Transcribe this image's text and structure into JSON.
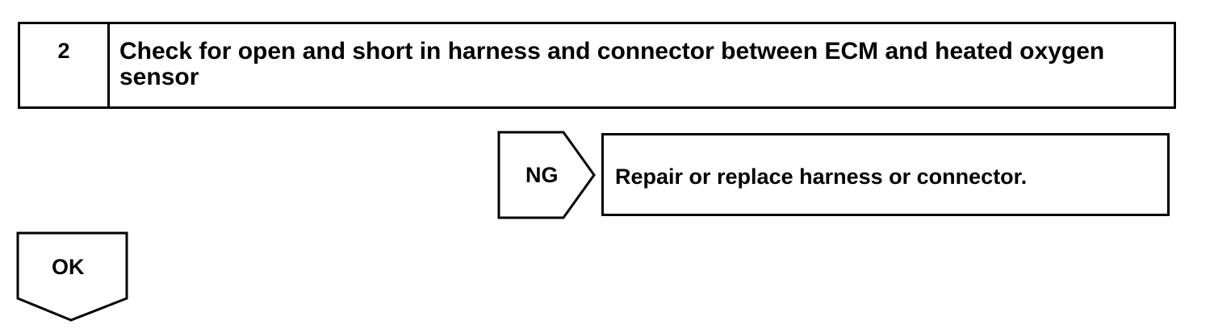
{
  "step": {
    "number": "2",
    "title": "Check for open and short in harness and connector between ECM and heated oxygen sensor"
  },
  "ng_branch": {
    "label": "NG",
    "action": "Repair or replace harness or connector."
  },
  "ok_branch": {
    "label": "OK"
  }
}
